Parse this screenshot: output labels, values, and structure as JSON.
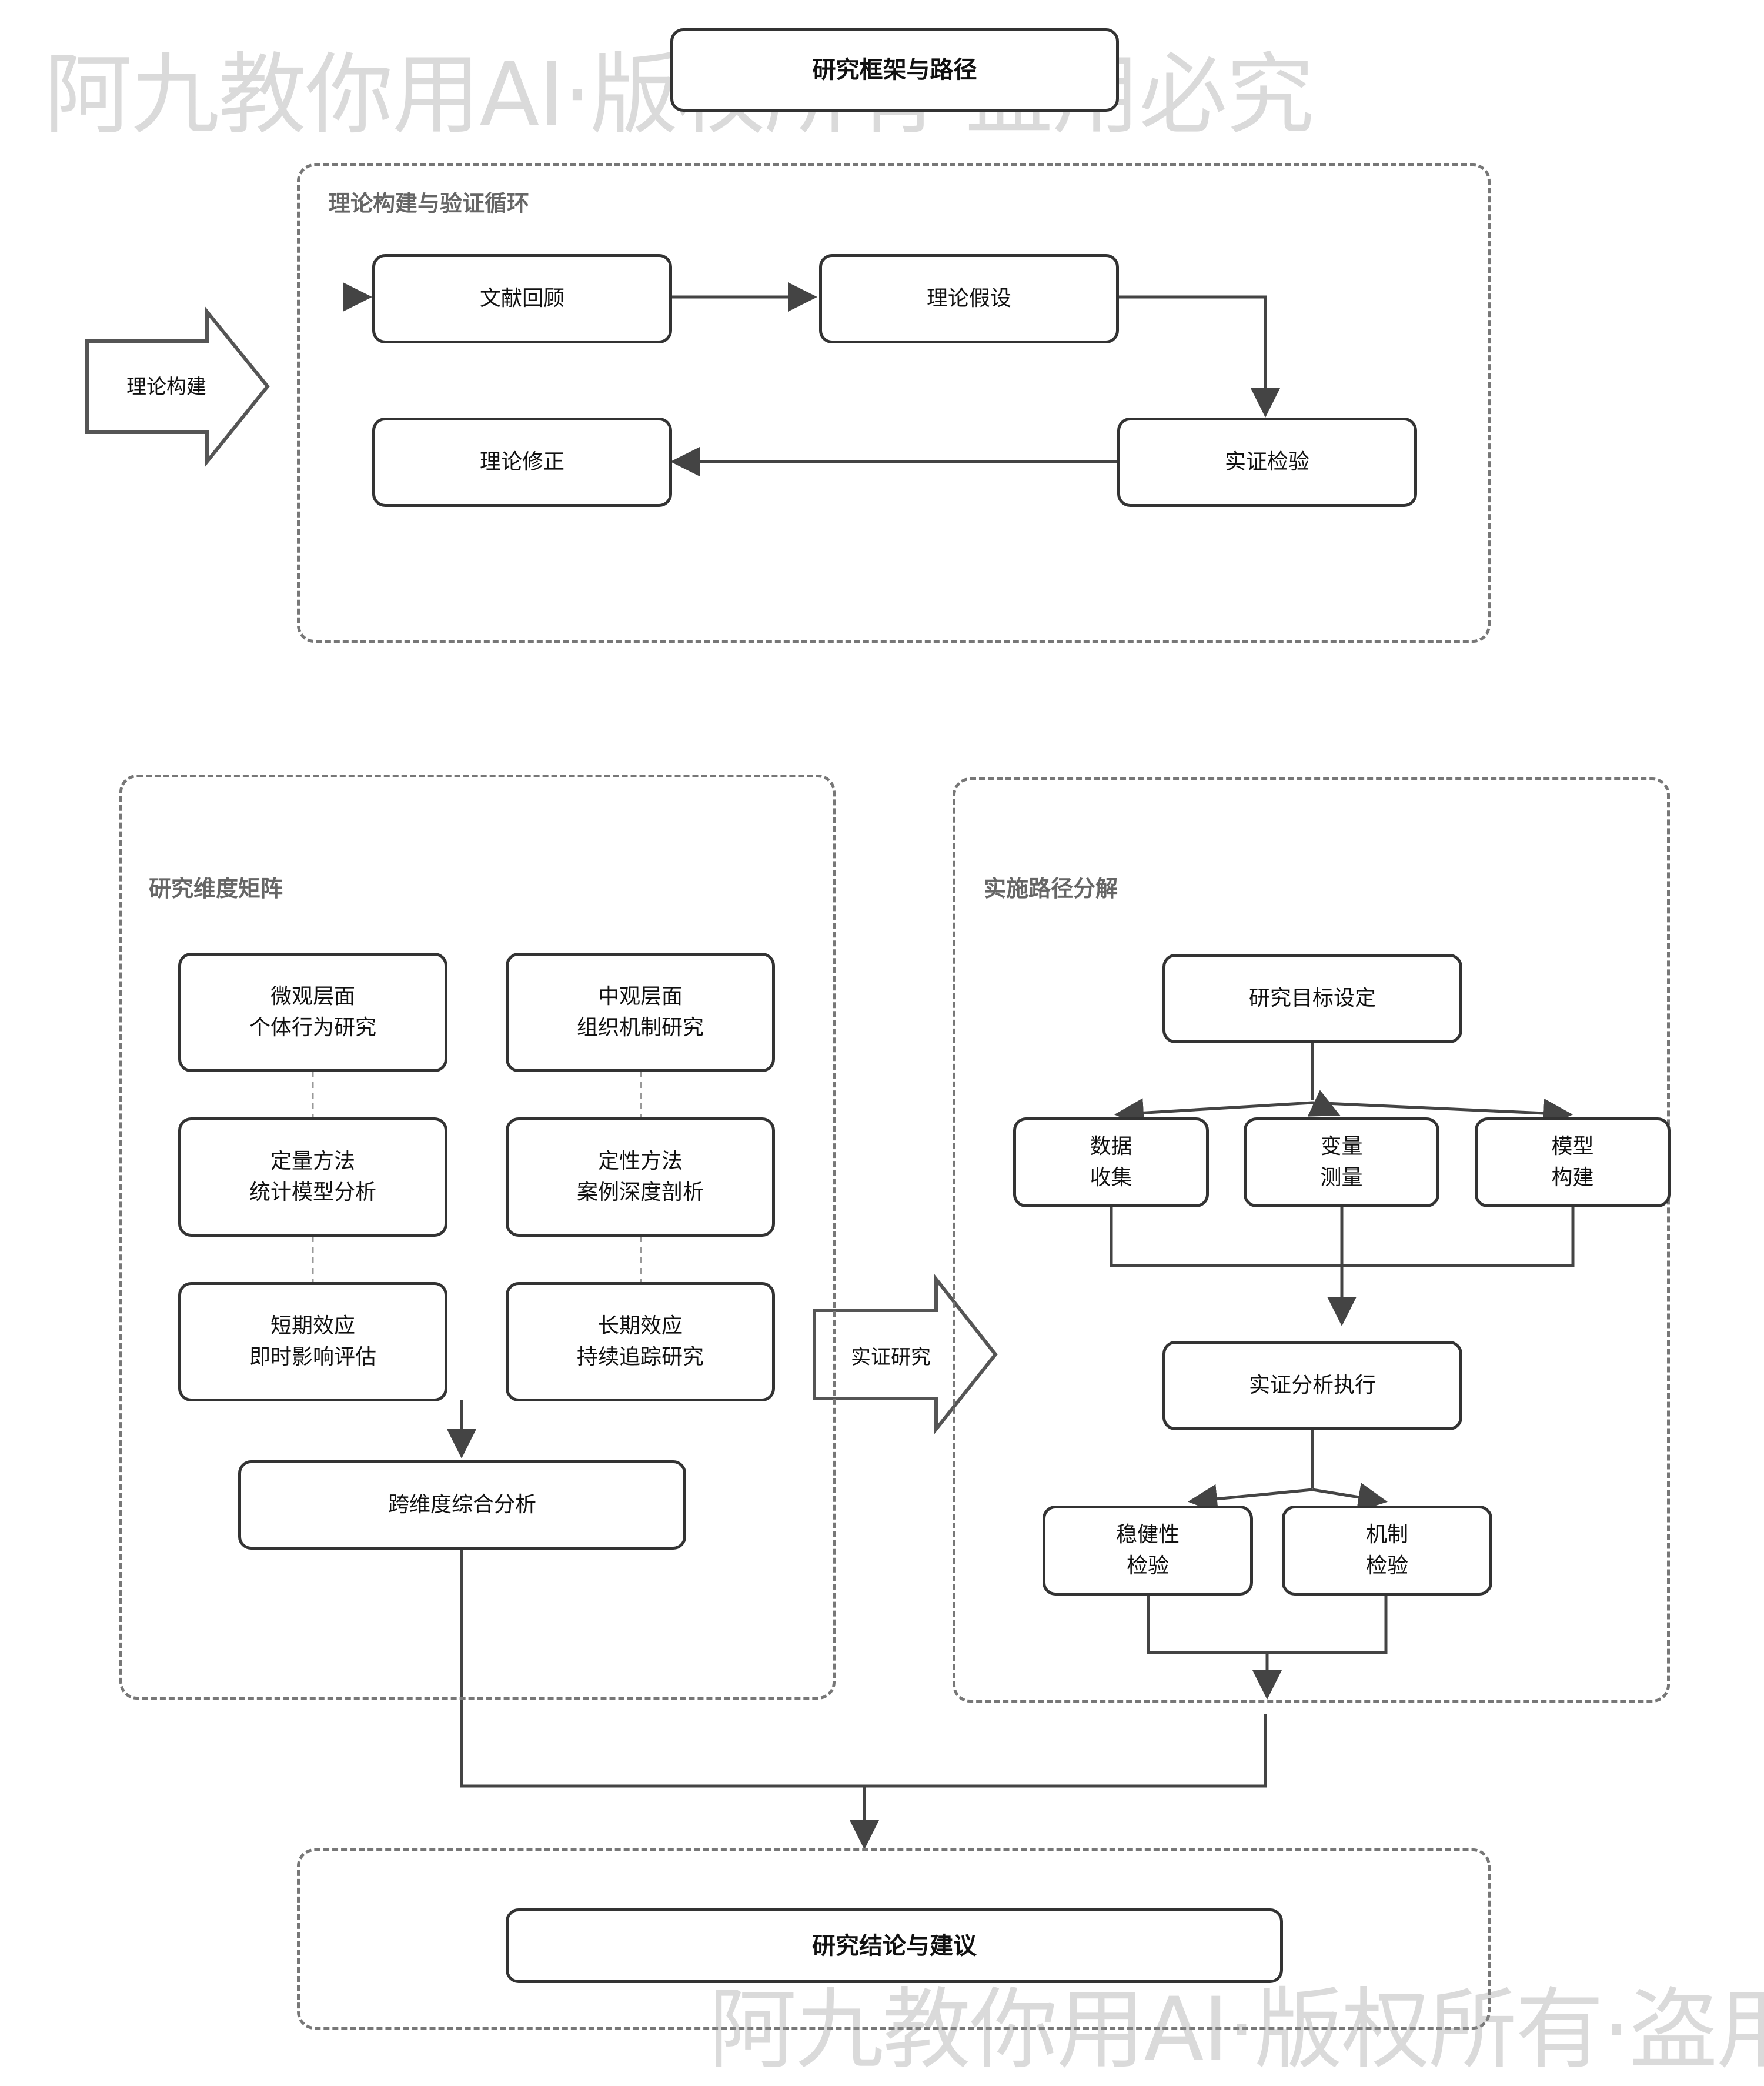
{
  "watermark": "阿九教你用AI·版权所有·盗用必究",
  "title": "研究框架与路径",
  "theory": {
    "group_label": "理论构建与验证循环",
    "side_arrow": "理论构建",
    "literature": "文献回顾",
    "hypothesis": "理论假设",
    "empirical_test": "实证检验",
    "revision": "理论修正"
  },
  "matrix": {
    "group_label": "研究维度矩阵",
    "micro": {
      "line1": "微观层面",
      "line2": "个体行为研究"
    },
    "meso": {
      "line1": "中观层面",
      "line2": "组织机制研究"
    },
    "quant": {
      "line1": "定量方法",
      "line2": "统计模型分析"
    },
    "qual": {
      "line1": "定性方法",
      "line2": "案例深度剖析"
    },
    "short": {
      "line1": "短期效应",
      "line2": "即时影响评估"
    },
    "long": {
      "line1": "长期效应",
      "line2": "持续追踪研究"
    },
    "cross": "跨维度综合分析"
  },
  "middle_arrow": "实证研究",
  "implementation": {
    "group_label": "实施路径分解",
    "goal": "研究目标设定",
    "data": {
      "line1": "数据",
      "line2": "收集"
    },
    "variable": {
      "line1": "变量",
      "line2": "测量"
    },
    "model": {
      "line1": "模型",
      "line2": "构建"
    },
    "analysis": "实证分析执行",
    "robust": {
      "line1": "稳健性",
      "line2": "检验"
    },
    "mechanism": {
      "line1": "机制",
      "line2": "检验"
    }
  },
  "conclusion": "研究结论与建议"
}
